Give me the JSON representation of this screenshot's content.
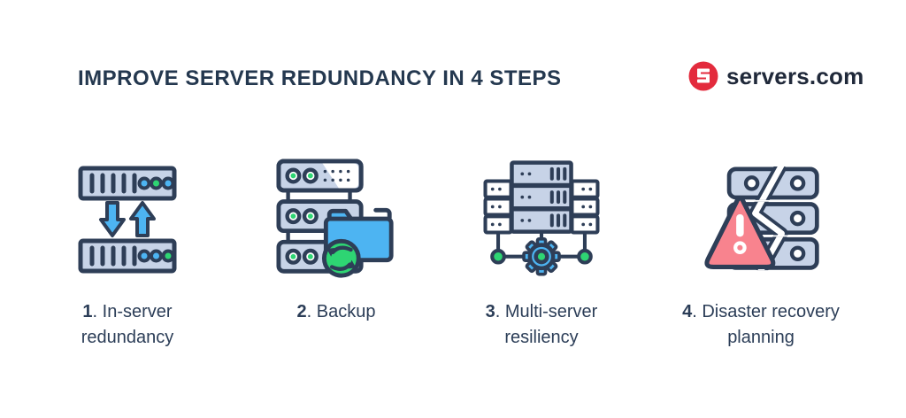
{
  "header": {
    "title": "IMPROVE SERVER REDUNDANCY IN 4 STEPS",
    "brand": {
      "name": "servers.com",
      "logo_icon": "white-s-mark-in-red-circle"
    }
  },
  "steps": {
    "number_suffix": ". ",
    "items": [
      {
        "number": "1",
        "label": "In-server redundancy",
        "icon": "dual-servers-with-up-down-arrows"
      },
      {
        "number": "2",
        "label": "Backup",
        "icon": "server-stack-with-folder-and-sync"
      },
      {
        "number": "3",
        "label": "Multi-server resiliency",
        "icon": "server-cluster-with-gear"
      },
      {
        "number": "4",
        "label": "Disaster recovery planning",
        "icon": "cracked-server-with-warning-triangle"
      }
    ]
  },
  "colors": {
    "page_bg": "#ffffff",
    "navy": "#2e3e57",
    "panel": "#c7d3e7",
    "blue": "#4db4f2",
    "green": "#2ed573",
    "pink": "#f8838e",
    "brand_red": "#e32b3d",
    "title_text": "#24384f",
    "label_text": "#2b3d57",
    "brand_text": "#20293a"
  }
}
